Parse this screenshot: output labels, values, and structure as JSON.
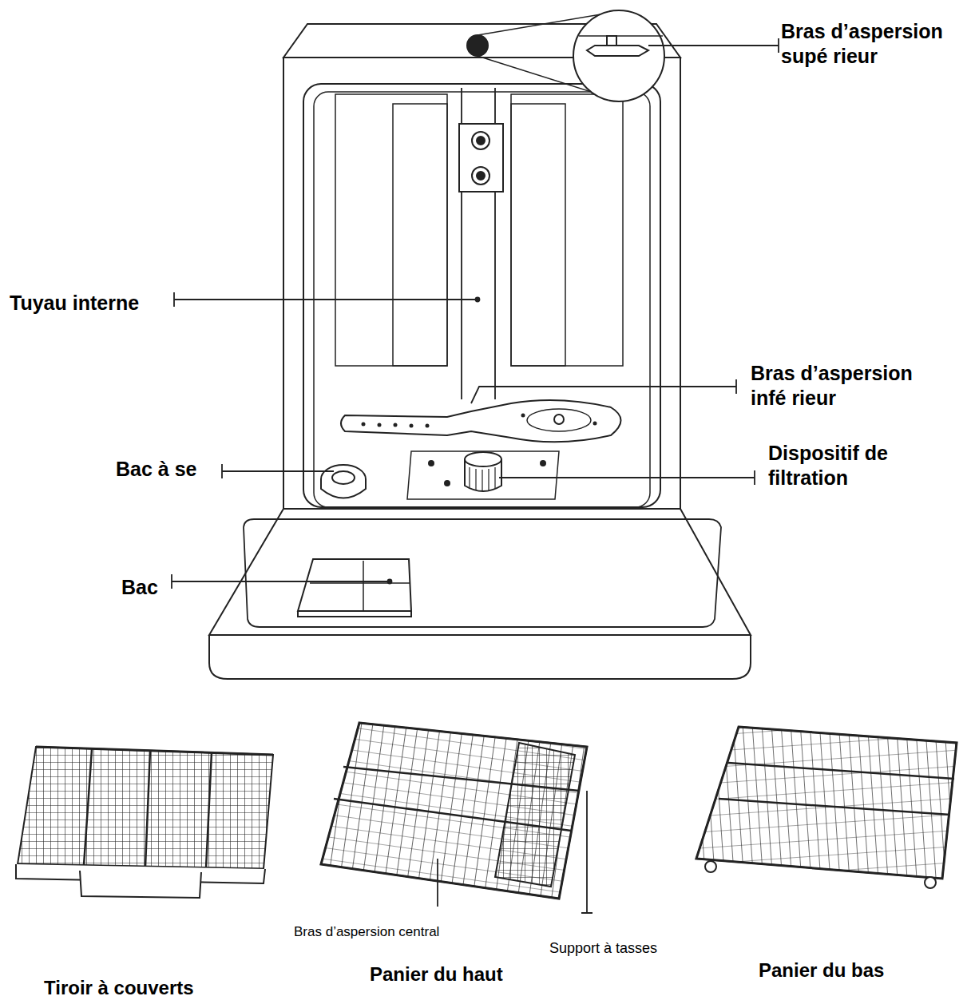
{
  "diagram": {
    "labels": [
      "Bras d’aspersion supé rieur",
      "Tuyau interne",
      "Bras d’aspersion infé rieur",
      "Bac à se",
      "Dispositif de filtration",
      "Bac",
      "Bras d’aspersion central",
      "Support à tasses",
      "Tiroir à couverts",
      "Panier du haut",
      "Panier du bas"
    ]
  }
}
